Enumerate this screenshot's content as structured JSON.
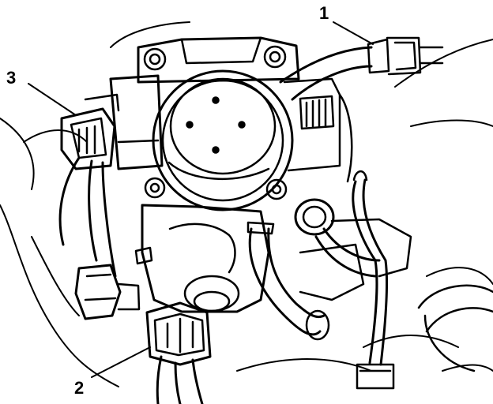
{
  "callouts": [
    {
      "number": "1"
    },
    {
      "number": "2"
    },
    {
      "number": "3"
    }
  ],
  "colors": {
    "ink": "#000000",
    "paper": "#ffffff"
  }
}
